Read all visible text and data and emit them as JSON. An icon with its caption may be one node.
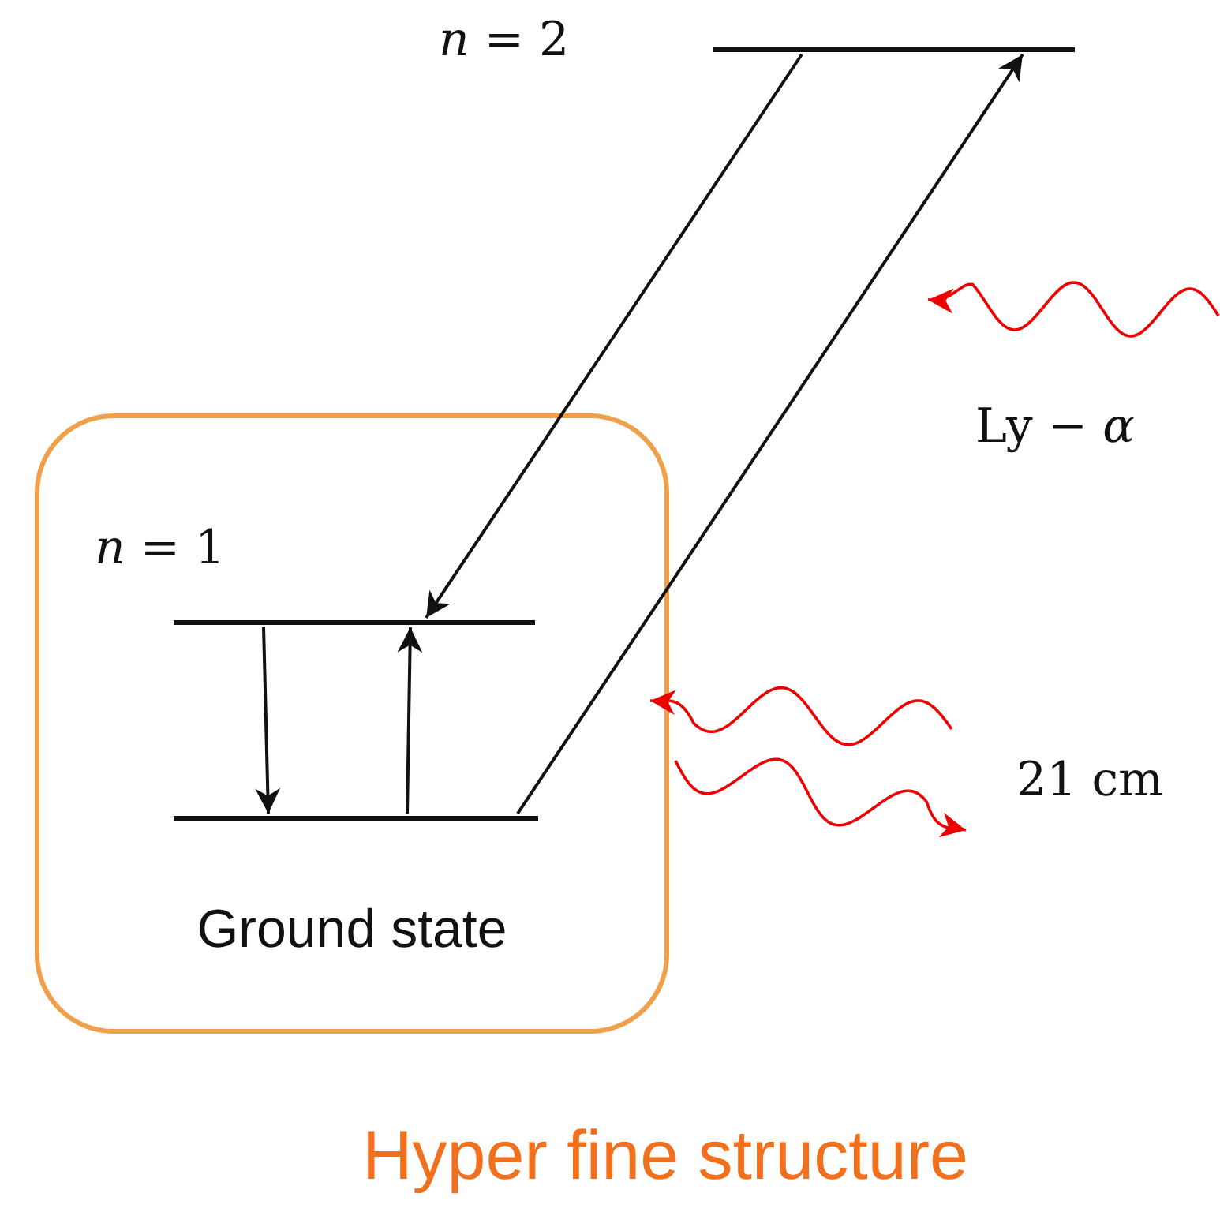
{
  "diagram": {
    "caption": "Hyper fine structure",
    "nodes": [
      {
        "text": [
          "Ground state"
        ]
      },
      {
        "text": [],
        "shape": "bar",
        "beside": [
          "*n* = 2"
        ]
      },
      {
        "text": [],
        "shape": "bar",
        "beside": [
          "*n* = 1"
        ],
        "in": 0
      },
      {
        "text": [],
        "shape": "bar",
        "in": 0
      }
    ],
    "edges": [
      {
        "from": 1,
        "to": 2,
        "arrow": "to"
      },
      {
        "from": 3,
        "to": 1,
        "arrow": "to"
      },
      {
        "from": 2,
        "to": 3,
        "arrow": "to"
      },
      {
        "from": 3,
        "to": 2,
        "arrow": "to"
      }
    ],
    "labels": [
      "Ly − *α*",
      "21 cm"
    ]
  }
}
